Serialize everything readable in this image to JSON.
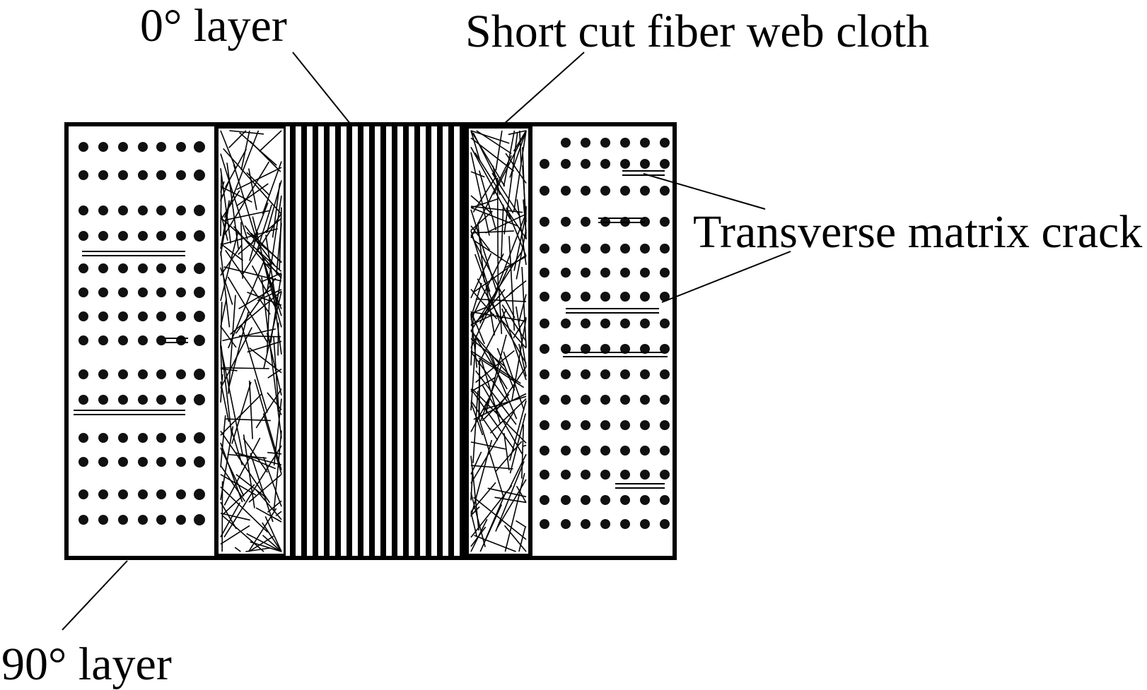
{
  "labels": {
    "zero_layer": "0° layer",
    "short_cut_fiber": "Short cut fiber web cloth",
    "transverse_crack": "Transverse matrix crack",
    "ninety_layer": "90° layer"
  },
  "colors": {
    "ink": "#000000",
    "background": "#ffffff",
    "dot": "#111111"
  }
}
